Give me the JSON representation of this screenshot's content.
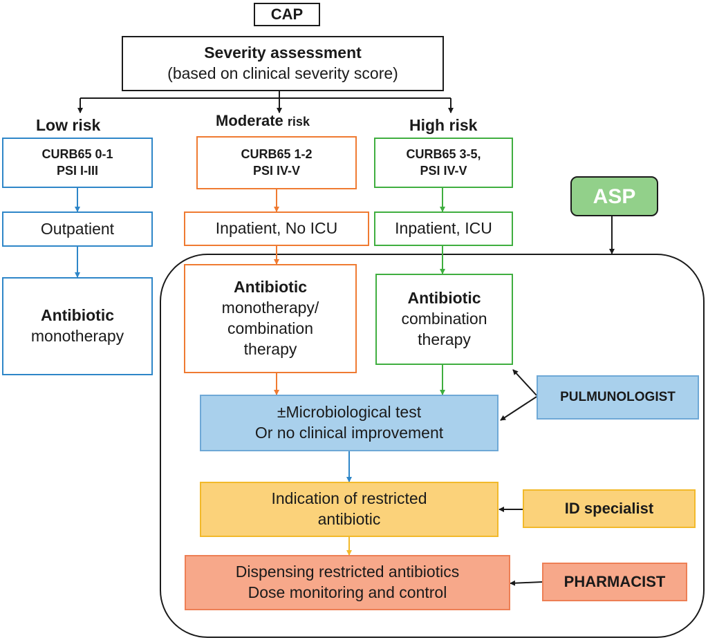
{
  "top": {
    "cap": "CAP",
    "severity_title": "Severity assessment",
    "severity_subtitle": "(based on clinical severity score)"
  },
  "columns": {
    "low": {
      "heading": "Low risk",
      "score_line1": "CURB65 0-1",
      "score_line2": "PSI I-III",
      "setting": "Outpatient",
      "treatment_bold": "Antibiotic",
      "treatment_line1": "monotherapy",
      "color": "#2e86c8"
    },
    "moderate": {
      "heading_main": "Moderate",
      "heading_suffix": "risk",
      "score_line1": "CURB65 1-2",
      "score_line2": "PSI IV-V",
      "setting": "Inpatient, No ICU",
      "treatment_bold": "Antibiotic",
      "treatment_line1": "monotherapy/",
      "treatment_line2": "combination",
      "treatment_line3": "therapy",
      "color": "#ef7a31"
    },
    "high": {
      "heading": "High risk",
      "score_line1": "CURB65 3-5,",
      "score_line2": "PSI IV-V",
      "setting": "Inpatient, ICU",
      "treatment_bold": "Antibiotic",
      "treatment_line1": "combination",
      "treatment_line2": "therapy",
      "color": "#3fae3f"
    }
  },
  "asp": {
    "label": "ASP",
    "fill": "#92d08a"
  },
  "steps": {
    "micro": {
      "line1": "±Microbiological test",
      "line2": "Or no clinical improvement",
      "fill": "#a9d0ec"
    },
    "indication": {
      "line1": "Indication of restricted",
      "line2": "antibiotic",
      "fill": "#fbd27a"
    },
    "dispensing": {
      "line1": "Dispensing restricted antibiotics",
      "line2": "Dose monitoring and control",
      "fill": "#f7a88a"
    }
  },
  "specialists": {
    "pulmonologist": {
      "label": "PULMUNOLOGIST",
      "fill": "#a9d0ec"
    },
    "id_specialist": {
      "label": "ID specialist",
      "fill": "#fbd27a"
    },
    "pharmacist": {
      "label": "PHARMACIST",
      "fill": "#f7a88a"
    }
  }
}
